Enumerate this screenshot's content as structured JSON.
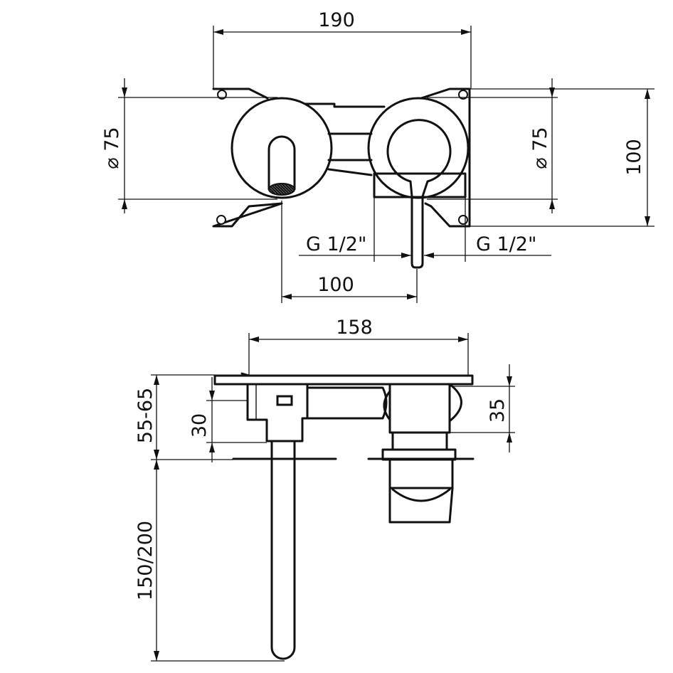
{
  "front_view": {
    "width_overall": "190",
    "diameter_left": "⌀ 75",
    "diameter_right": "⌀ 75",
    "height_overall": "100",
    "connection_left": "G 1/2\"",
    "connection_right": "G 1/2\"",
    "spout_to_lever": "100"
  },
  "side_view": {
    "plate_width": "158",
    "wall_depth": "55-65",
    "body_depth": "30",
    "lever_body": "35",
    "spout_length": "150/200"
  }
}
